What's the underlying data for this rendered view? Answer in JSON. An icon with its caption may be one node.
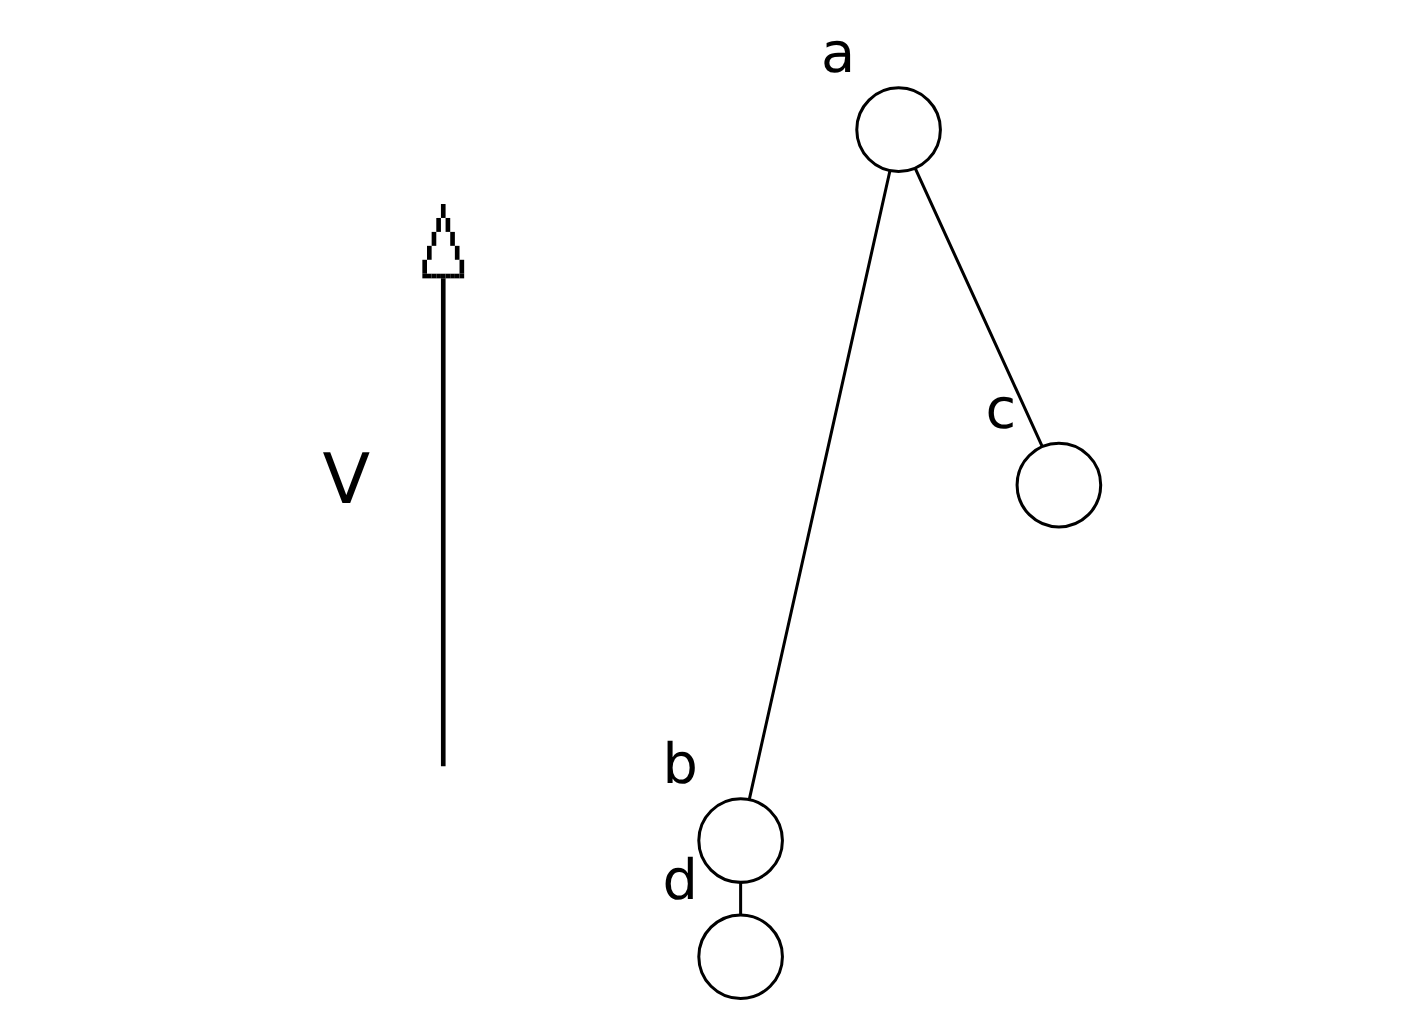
{
  "diagram": {
    "nodes": [
      {
        "text": [
          "a"
        ]
      },
      {
        "text": [
          "c"
        ]
      },
      {
        "text": [
          "b"
        ]
      },
      {
        "text": [
          "d"
        ]
      }
    ],
    "edges": [
      {
        "from": 0,
        "to": 2,
        "arrow": "none"
      },
      {
        "from": 0,
        "to": 1,
        "arrow": "none"
      },
      {
        "from": 2,
        "to": 3,
        "arrow": "none"
      }
    ],
    "labels": [
      "V"
    ]
  }
}
